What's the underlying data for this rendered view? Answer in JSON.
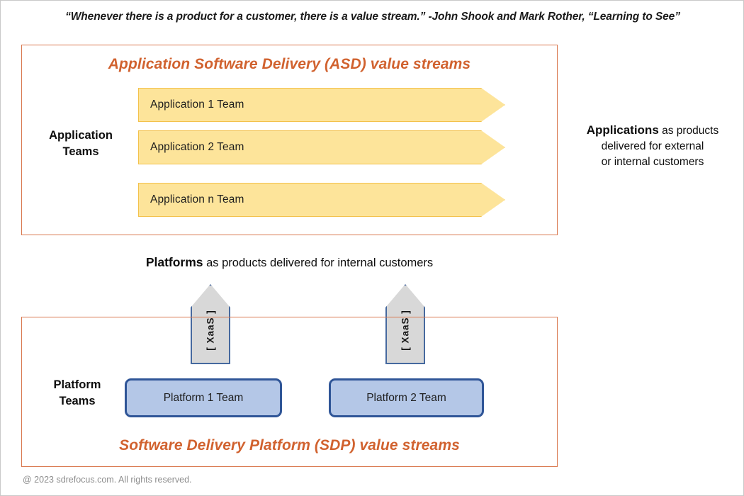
{
  "quote": "“Whenever there is a product for a customer, there is a value stream.” -John Shook and Mark Rother, “Learning to See”",
  "colors": {
    "panel_border": "#d9784f",
    "stream_title": "#d1622f",
    "chevron_fill": "#fde49a",
    "chevron_border": "#f3c14b",
    "up_arrow_fill": "#d8d8d8",
    "up_arrow_border": "#46699f",
    "team_box_fill": "#b4c7e7",
    "team_box_border": "#2f5597",
    "page_border": "#c9c9c9"
  },
  "asd_section": {
    "title": "Application Software Delivery (ASD) value streams",
    "side_label_line1": "Application",
    "side_label_line2": "Teams",
    "streams": [
      {
        "label": "Application 1 Team"
      },
      {
        "label": "Application 2 Team"
      },
      {
        "label": "Application n Team"
      }
    ]
  },
  "applications_caption": {
    "strong": "Applications",
    "rest_line1": " as products",
    "line2": "delivered for external",
    "line3": "or internal customers"
  },
  "platforms_caption": {
    "strong": "Platforms",
    "rest": " as products delivered for internal customers"
  },
  "interfaces": [
    {
      "label": "[ XaaS ]"
    },
    {
      "label": "[ XaaS ]"
    }
  ],
  "sdp_section": {
    "title": "Software Delivery Platform (SDP) value streams",
    "side_label_line1": "Platform",
    "side_label_line2": "Teams",
    "teams": [
      {
        "label": "Platform 1 Team"
      },
      {
        "label": "Platform 2 Team"
      }
    ]
  },
  "footer": "@ 2023 sdrefocus.com. All rights reserved."
}
